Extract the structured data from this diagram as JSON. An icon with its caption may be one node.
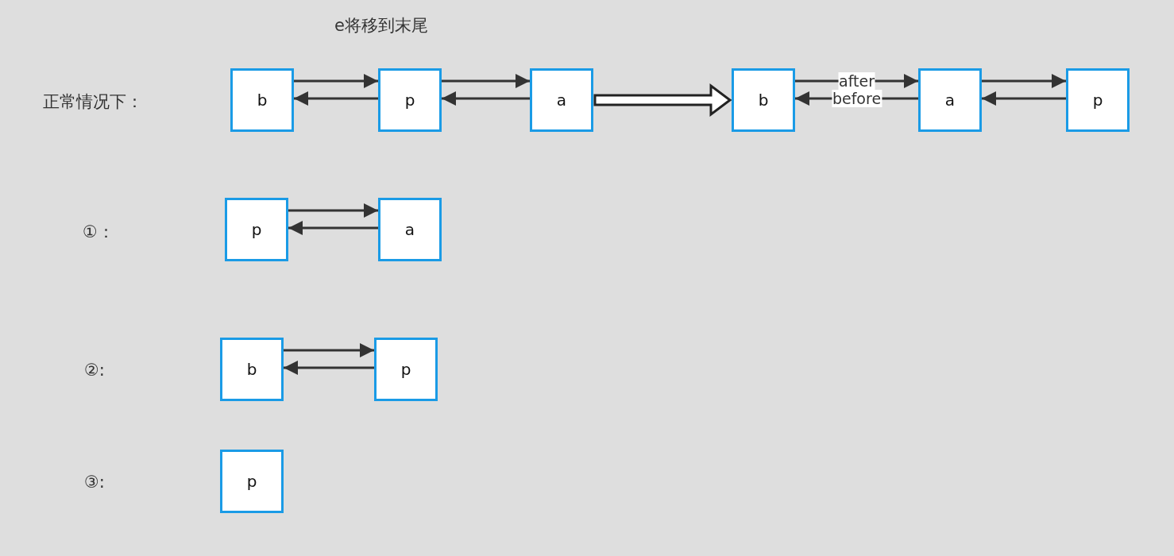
{
  "diagram": {
    "title": "e将移到末尾",
    "nodes": [
      {
        "text": [
          "b"
        ]
      },
      {
        "text": [
          "p"
        ]
      },
      {
        "text": [
          "a"
        ]
      },
      {
        "text": [
          "b"
        ]
      },
      {
        "text": [
          "a"
        ]
      },
      {
        "text": [
          "p"
        ]
      },
      {
        "text": [
          "p"
        ]
      },
      {
        "text": [
          "a"
        ]
      },
      {
        "text": [
          "b"
        ]
      },
      {
        "text": [
          "p"
        ]
      },
      {
        "text": [
          "p"
        ]
      }
    ],
    "edges": [
      {
        "from": 0,
        "to": 1,
        "arrow": "to"
      },
      {
        "from": 1,
        "to": 0,
        "arrow": "to"
      },
      {
        "from": 1,
        "to": 2,
        "arrow": "to"
      },
      {
        "from": 2,
        "to": 1,
        "arrow": "to"
      },
      {
        "from": 2,
        "to": 3,
        "arrow": "to",
        "style": "thick"
      },
      {
        "from": 3,
        "to": 4,
        "arrow": "to",
        "label": "after"
      },
      {
        "from": 4,
        "to": 3,
        "arrow": "to",
        "label": "before"
      },
      {
        "from": 4,
        "to": 5,
        "arrow": "to"
      },
      {
        "from": 5,
        "to": 4,
        "arrow": "to"
      },
      {
        "from": 6,
        "to": 7,
        "arrow": "to"
      },
      {
        "from": 7,
        "to": 6,
        "arrow": "to"
      },
      {
        "from": 8,
        "to": 9,
        "arrow": "to"
      },
      {
        "from": 9,
        "to": 8,
        "arrow": "to"
      }
    ],
    "labels": [
      "正常情况下：",
      "①：",
      "②:",
      "③:"
    ]
  }
}
